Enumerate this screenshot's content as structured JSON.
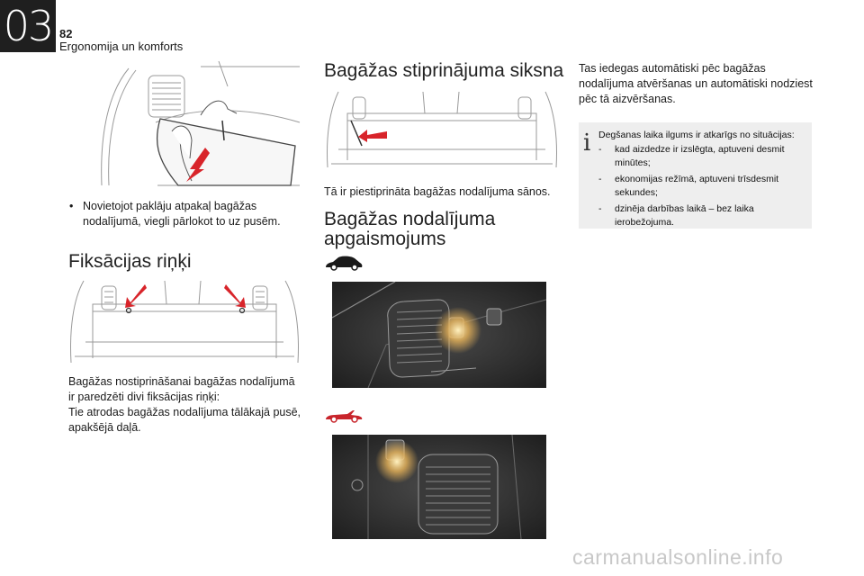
{
  "header": {
    "chapter": "03",
    "page_number": "82",
    "section": "Ergonomija un komforts"
  },
  "left_column": {
    "instruction_bullet": "•",
    "instruction_line1": "Novietojot paklāju atpakaļ bagāžas",
    "instruction_line2": "nodalījumā, viegli pārlokot to uz pusēm.",
    "heading": "Fiksācijas riņķi",
    "body_lines": [
      "Bagāžas nostiprināšanai bagāžas nodalījumā",
      "ir paredzēti divi fiksācijas riņķi:",
      "Tie atrodas bagāžas nodalījuma tālākajā pusē,",
      "apakšējā daļā."
    ]
  },
  "middle_column": {
    "heading1": "Bagāžas stiprinājuma siksna",
    "caption": "Tā ir piestiprināta bagāžas nodalījuma sānos.",
    "heading2_line1": "Bagāžas nodalījuma",
    "heading2_line2": "apgaismojums"
  },
  "right_column": {
    "body_lines": [
      "Tas iedegas automātiski pēc bagāžas",
      "nodalījuma atvēršanas un automātiski nodziest",
      "pēc tā aizvēršanas."
    ],
    "info": {
      "intro": "Degšanas laika ilgums ir atkarīgs no situācijas:",
      "items": [
        {
          "dash": "-",
          "line1": "kad aizdedze ir izslēgta, aptuveni desmit",
          "line2": "minūtes;"
        },
        {
          "dash": "-",
          "line1": "ekonomijas režīmā, aptuveni trīsdesmit",
          "line2": "sekundes;"
        },
        {
          "dash": "-",
          "line1": "dzinēja darbības laikā – bez laika ierobežojuma.",
          "line2": ""
        }
      ]
    }
  },
  "watermark": "carmanualsonline.info",
  "colors": {
    "arrow_red": "#d8242a",
    "photo_bg": "#2e2e2e",
    "light_glow": "#f3c66a",
    "info_bg": "#eeeeee"
  }
}
